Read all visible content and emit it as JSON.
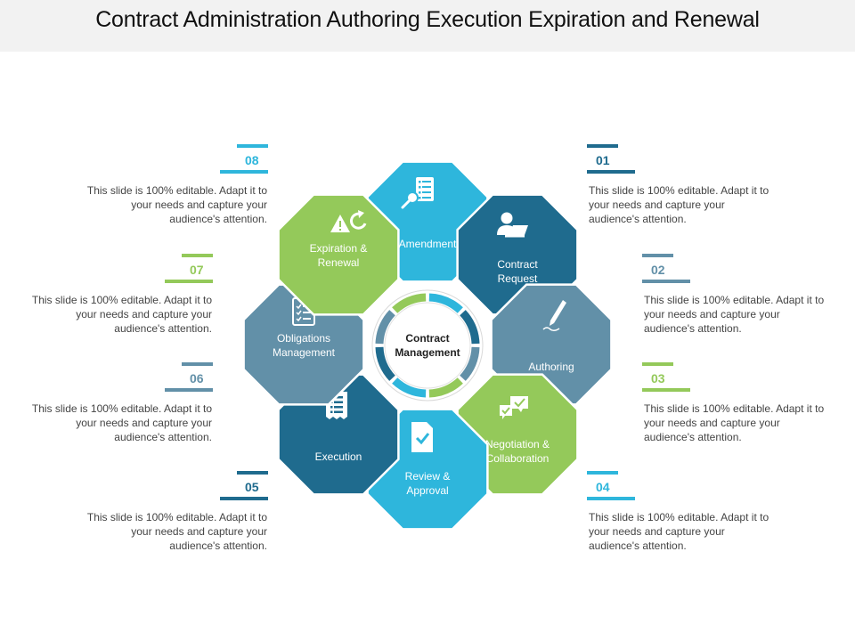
{
  "title": "Contract Administration Authoring Execution Expiration and Renewal",
  "center": {
    "line1": "Contract",
    "line2": "Management"
  },
  "colors": {
    "dark_blue": "#1f6b8e",
    "slate": "#6290a8",
    "green": "#94c95a",
    "cyan": "#2eb6dc"
  },
  "segments": [
    {
      "id": "amendment",
      "label1": "Amendment",
      "label2": "",
      "icon": "checklist-magnifier-icon",
      "color": "#2eb6dc"
    },
    {
      "id": "contract-request",
      "label1": "Contract",
      "label2": "Request",
      "icon": "user-laptop-icon",
      "color": "#1f6b8e"
    },
    {
      "id": "authoring",
      "label1": "Authoring",
      "label2": "",
      "icon": "pen-icon",
      "color": "#6290a8"
    },
    {
      "id": "negotiation",
      "label1": "Negotiation &",
      "label2": "Collaboration",
      "icon": "chat-check-icon",
      "color": "#94c95a"
    },
    {
      "id": "review",
      "label1": "Review &",
      "label2": "Approval",
      "icon": "document-check-icon",
      "color": "#2eb6dc"
    },
    {
      "id": "execution",
      "label1": "Execution",
      "label2": "",
      "icon": "receipt-icon",
      "color": "#1f6b8e"
    },
    {
      "id": "obligations",
      "label1": "Obligations",
      "label2": "Management",
      "icon": "clipboard-icon",
      "color": "#6290a8"
    },
    {
      "id": "expiration",
      "label1": "Expiration &",
      "label2": "Renewal",
      "icon": "warning-refresh-icon",
      "color": "#94c95a"
    }
  ],
  "items": [
    {
      "number": "01",
      "text": "This slide is 100% editable. Adapt it to your needs and capture your audience's attention.",
      "color": "#1f6b8e"
    },
    {
      "number": "02",
      "text": "This slide is 100% editable. Adapt it to your needs and capture your audience's attention.",
      "color": "#6290a8"
    },
    {
      "number": "03",
      "text": "This slide is 100% editable. Adapt it to your needs and capture your audience's attention.",
      "color": "#94c95a"
    },
    {
      "number": "04",
      "text": "This slide is 100% editable. Adapt it to your needs and capture your audience's attention.",
      "color": "#2eb6dc"
    },
    {
      "number": "05",
      "text": "This slide is 100% editable. Adapt it to your needs and capture your audience's attention.",
      "color": "#1f6b8e"
    },
    {
      "number": "06",
      "text": "This slide is 100% editable. Adapt it to your needs and capture your audience's attention.",
      "color": "#6290a8"
    },
    {
      "number": "07",
      "text": "This slide is 100% editable. Adapt it to your needs and capture your audience's attention.",
      "color": "#94c95a"
    },
    {
      "number": "08",
      "text": "This slide is 100% editable. Adapt it to your needs and capture your audience's attention.",
      "color": "#2eb6dc"
    }
  ]
}
